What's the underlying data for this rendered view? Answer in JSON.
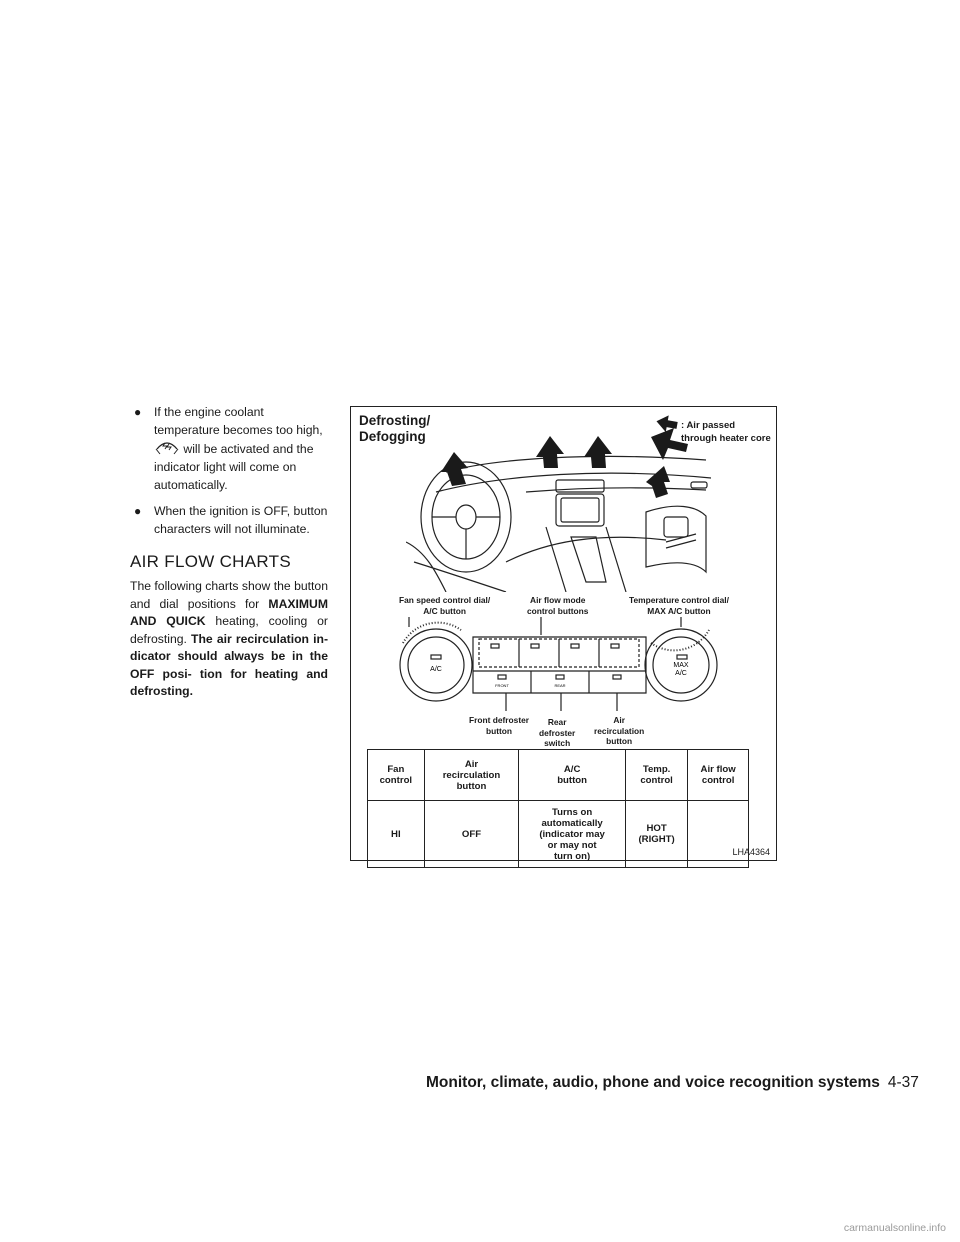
{
  "bullets": [
    {
      "pre": "If the engine coolant temperature becomes too high,",
      "icon": "defroster-airflow-icon",
      "post": "will be activated and the indicator light will come on automatically."
    },
    {
      "text": "When the ignition is OFF, button characters will not illuminate."
    }
  ],
  "section_title": "AIR FLOW CHARTS",
  "intro": {
    "part1": "The following charts show the button and dial positions for",
    "bold1": "MAXIMUM AND QUICK",
    "part2": "heating, cooling or defrosting.",
    "bold2": "The air recirculation in- dicator should always be in the OFF posi- tion for heating and defrosting."
  },
  "figure": {
    "title_line1": "Defrosting/",
    "title_line2": "Defogging",
    "legend": ": Air passed through heater core",
    "callouts": {
      "fan_dial": "Fan speed control dial/\nA/C button",
      "mode_buttons": "Air flow mode\ncontrol buttons",
      "temp_dial": "Temperature control dial/\nMAX A/C button",
      "front_def": "Front defroster\nbutton",
      "rear_def": "Rear\ndefroster\nswitch",
      "recirc": "Air\nrecirculation\nbutton"
    },
    "dial_labels": {
      "left": "A/C",
      "right_1": "MAX",
      "right_2": "A/C",
      "front": "FRONT",
      "rear": "REAR"
    },
    "code": "LHA4364",
    "table": {
      "headers": [
        "Fan\ncontrol",
        "Air\nrecirculation\nbutton",
        "A/C\nbutton",
        "Temp.\ncontrol",
        "Air flow\ncontrol"
      ],
      "values": [
        "HI",
        "OFF",
        "Turns on\nautomatically\n(indicator may\nor may not\nturn on)",
        "HOT\n(RIGHT)",
        ""
      ],
      "airflow_icon": "front-defroster-icon"
    }
  },
  "footer": {
    "section": "Monitor, climate, audio, phone and voice recognition systems",
    "page": "4-37"
  },
  "watermark": "carmanualsonline.info"
}
